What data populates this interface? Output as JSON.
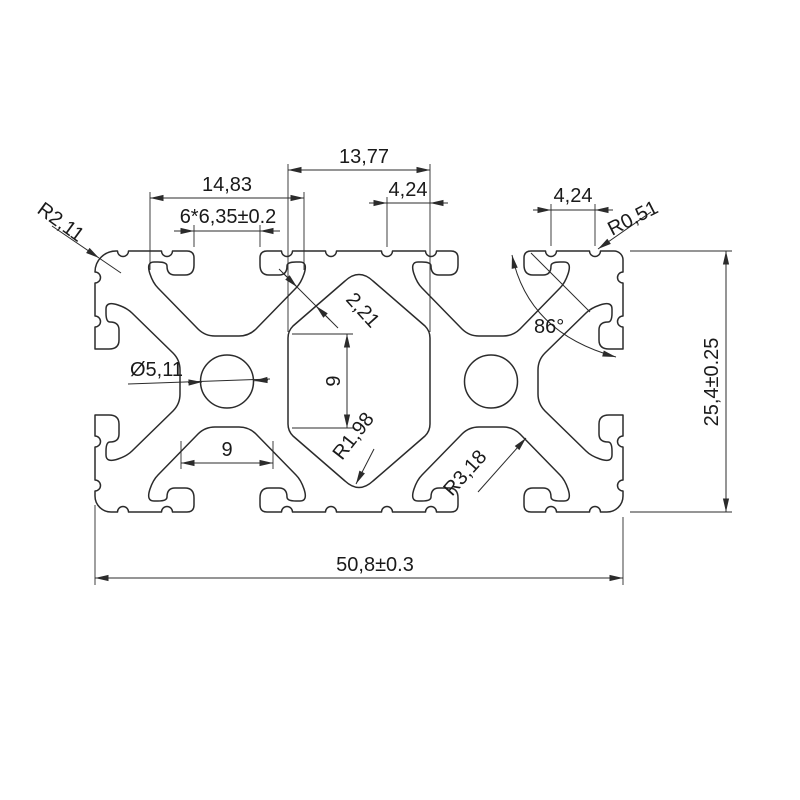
{
  "labels": {
    "width_top_left": "14,83",
    "width_top_center": "13,77",
    "pitch_mid": "4,24",
    "pitch_right": "4,24",
    "slot_spec": "6*6,35±0.2",
    "corner_radius": "R2,11",
    "edge_radius": "R0,51",
    "hole_diameter": "Ø5,11",
    "web_thickness": "2,21",
    "cavity_height": "9",
    "cavity_width": "9",
    "fillet_radius_small": "R1,98",
    "fillet_radius_large": "R3,18",
    "slot_angle": "86°",
    "overall_width": "50,8±0.3",
    "overall_height": "25,4±0.25"
  },
  "colors": {
    "line": "#2b2b2b",
    "background": "#ffffff"
  }
}
